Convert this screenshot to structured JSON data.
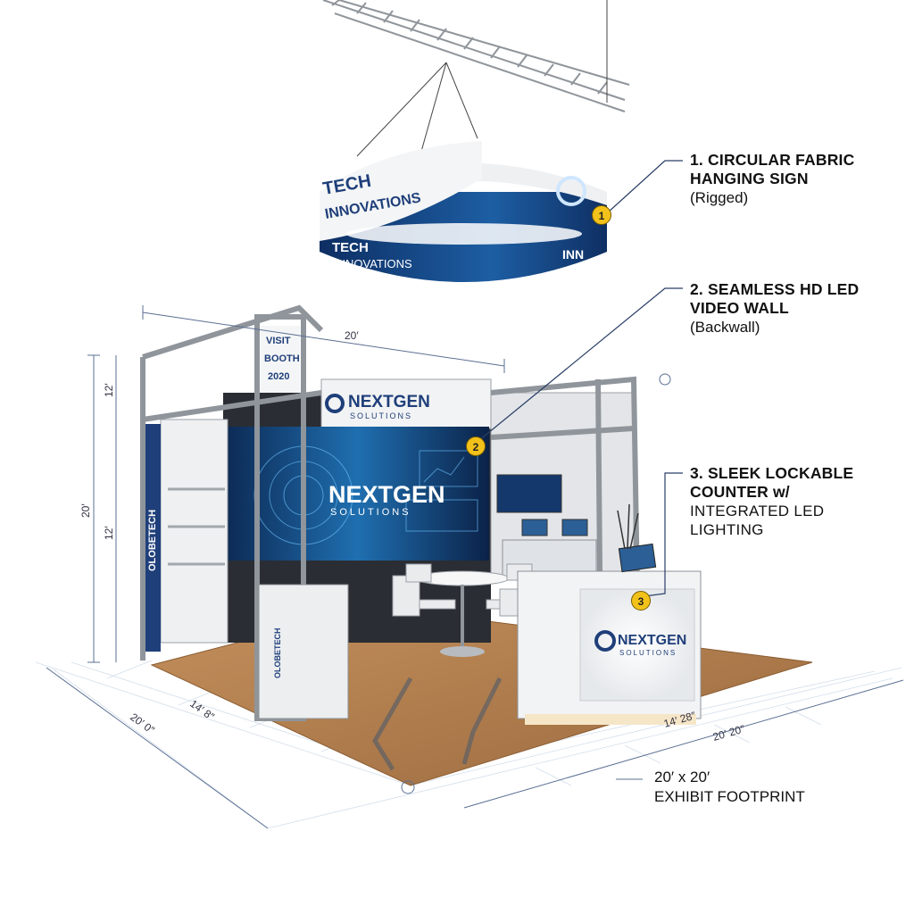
{
  "callouts": [
    {
      "number": "1",
      "title_lines": [
        "1. CIRCULAR FABRIC",
        "HANGING SIGN"
      ],
      "subtitle_lines": [
        "(Rigged)"
      ]
    },
    {
      "number": "2",
      "title_lines": [
        "2. SEAMLESS HD LED",
        "VIDEO WALL"
      ],
      "subtitle_lines": [
        "(Backwall)"
      ]
    },
    {
      "number": "3",
      "title_lines": [
        "3. SLEEK LOCKABLE",
        "COUNTER w/"
      ],
      "subtitle_lines": [
        "INTEGRATED LED",
        "LIGHTING"
      ]
    }
  ],
  "footprint": {
    "line1": "20′ x 20′",
    "line2": "EXHIBIT FOOTPRINT"
  },
  "hanging_sign": {
    "brand_top": "TECH",
    "brand_bottom": "INNOVATIONS",
    "brand_lower_band_1": "TECH",
    "brand_lower_band_2": "INNOVATIONS",
    "right_band": "INN"
  },
  "header_sign": {
    "brand": "NEXTGEN",
    "sub": "SOLUTIONS"
  },
  "video_wall": {
    "brand": "NEXTGEN",
    "sub": "SOLUTIONS"
  },
  "counter": {
    "brand": "NEXTGEN",
    "sub": "SOLUTIONS"
  },
  "tower": {
    "lines": [
      "VISIT",
      "BOOTH",
      "2020"
    ]
  },
  "side_panel": {
    "text": "OLOBETECH"
  },
  "pedestal": {
    "text": "OLOBETECH"
  },
  "dimensions": {
    "top_width": "20′",
    "upper_height": "12′",
    "total_height": "20′",
    "lower_height": "12′",
    "front_left_a": "20′ 0″",
    "front_left_b": "14′ 8″",
    "front_right_a": "14′ 28″",
    "front_right_b": "20′ 20″"
  },
  "colors": {
    "navy": "#1f3f7a",
    "blue": "#2a6fb5",
    "badge": "#f2c21b",
    "floor": "#b07a4a",
    "truss": "#9aa0a6"
  }
}
